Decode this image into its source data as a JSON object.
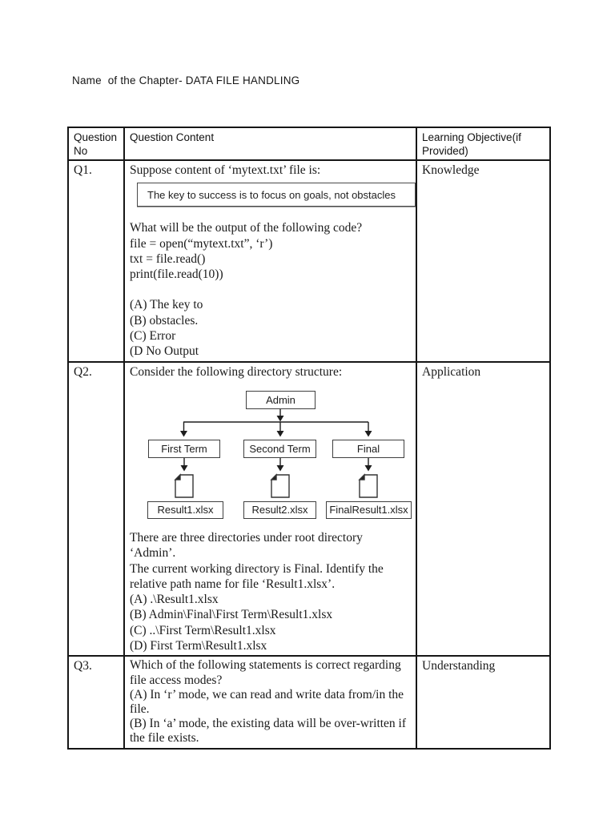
{
  "page": {
    "chapter_title": "Name  of the Chapter- DATA FILE HANDLING"
  },
  "table": {
    "headers": [
      "Question No",
      "Question Content",
      "Learning Objective(if Provided)"
    ],
    "rows": [
      {
        "no": "Q1.",
        "objective": "Knowledge",
        "intro": "Suppose content of ‘mytext.txt’ file is:",
        "quote": "The key to success is to focus on goals, not obstacles",
        "code": "What will be the output of the following code?\nfile = open(“mytext.txt”, ‘r’)\ntxt = file.read()\nprint(file.read(10))",
        "options": "(A) The key to\n(B) obstacles.\n(C) Error\n(D No Output"
      },
      {
        "no": "Q2.",
        "objective": "Application",
        "intro": "Consider the following directory structure:",
        "body": "There are three directories under root directory ‘Admin’.\nThe current working directory is Final. Identify the\nrelative path name for file ‘Result1.xlsx’.\n(A) .\\Result1.xlsx\n(B) Admin\\Final\\First Term\\Result1.xlsx\n(C) ..\\First Term\\Result1.xlsx\n(D) First Term\\Result1.xlsx"
      },
      {
        "no": "Q3.",
        "objective": "Understanding",
        "body": "Which of the following statements is correct regarding\nfile access modes?\n(A) In ‘r’ mode, we can read and write data from/in the\nfile.\n(B) In ‘a’ mode, the existing data will be over-written if\nthe file exists."
      }
    ]
  },
  "diagram": {
    "root": "Admin",
    "folders": [
      "First Term",
      "Second Term",
      "Final"
    ],
    "files": [
      "Result1.xlsx",
      "Result2.xlsx",
      "FinalResult1.xlsx"
    ]
  }
}
